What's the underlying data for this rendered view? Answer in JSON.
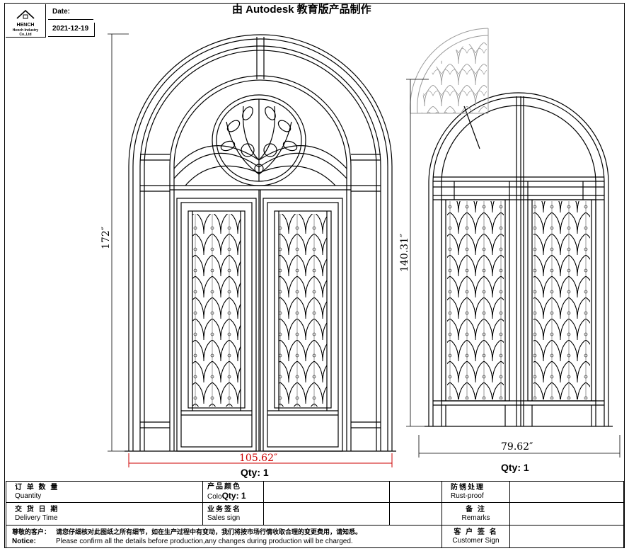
{
  "header": {
    "title": "由 Autodesk 教育版产品制作",
    "logo_brand": "HENCH",
    "logo_company_line1": "Hench Industry",
    "logo_company_line2": "Co.,Ltd",
    "date_label": "Date:",
    "date_value": "2021-12-19"
  },
  "drawing_left": {
    "height_dim": "172″",
    "width_dim": "105.62″",
    "qty": "Qty: 1"
  },
  "drawing_right": {
    "height_dim": "140.31″",
    "width_dim": "79.62″",
    "qty": "Qty: 1"
  },
  "form": {
    "quantity_cn": "订 单 数 量",
    "quantity_en": "Quantity",
    "color_cn": "产品颜色",
    "color_en": "Colo",
    "color_value": "Qty: 1",
    "surface_cn": "防锈处理",
    "surface_en": "Rust-proof",
    "delivery_cn": "交 货 日 期",
    "delivery_en": "Delivery Time",
    "sales_cn": "业务签名",
    "sales_en": "Sales sign",
    "remarks_cn": "备 注",
    "remarks_en": "Remarks",
    "notice_cn_label": "尊敬的客户：",
    "notice_cn": "请您仔细核对此图纸之所有细节，如在生产过程中有变动，我们将按市场行情收取合理的变更费用，请知悉。",
    "notice_en_label": "Notice:",
    "notice_en": "Please confirm all the details before production,any changes during production will be charged.",
    "customer_cn": "客 户 签 名",
    "customer_en": "Customer Sign"
  },
  "colors": {
    "line": "#000000",
    "dimension_red": "#cc0000",
    "hatch_gray": "#9a9a9a"
  }
}
